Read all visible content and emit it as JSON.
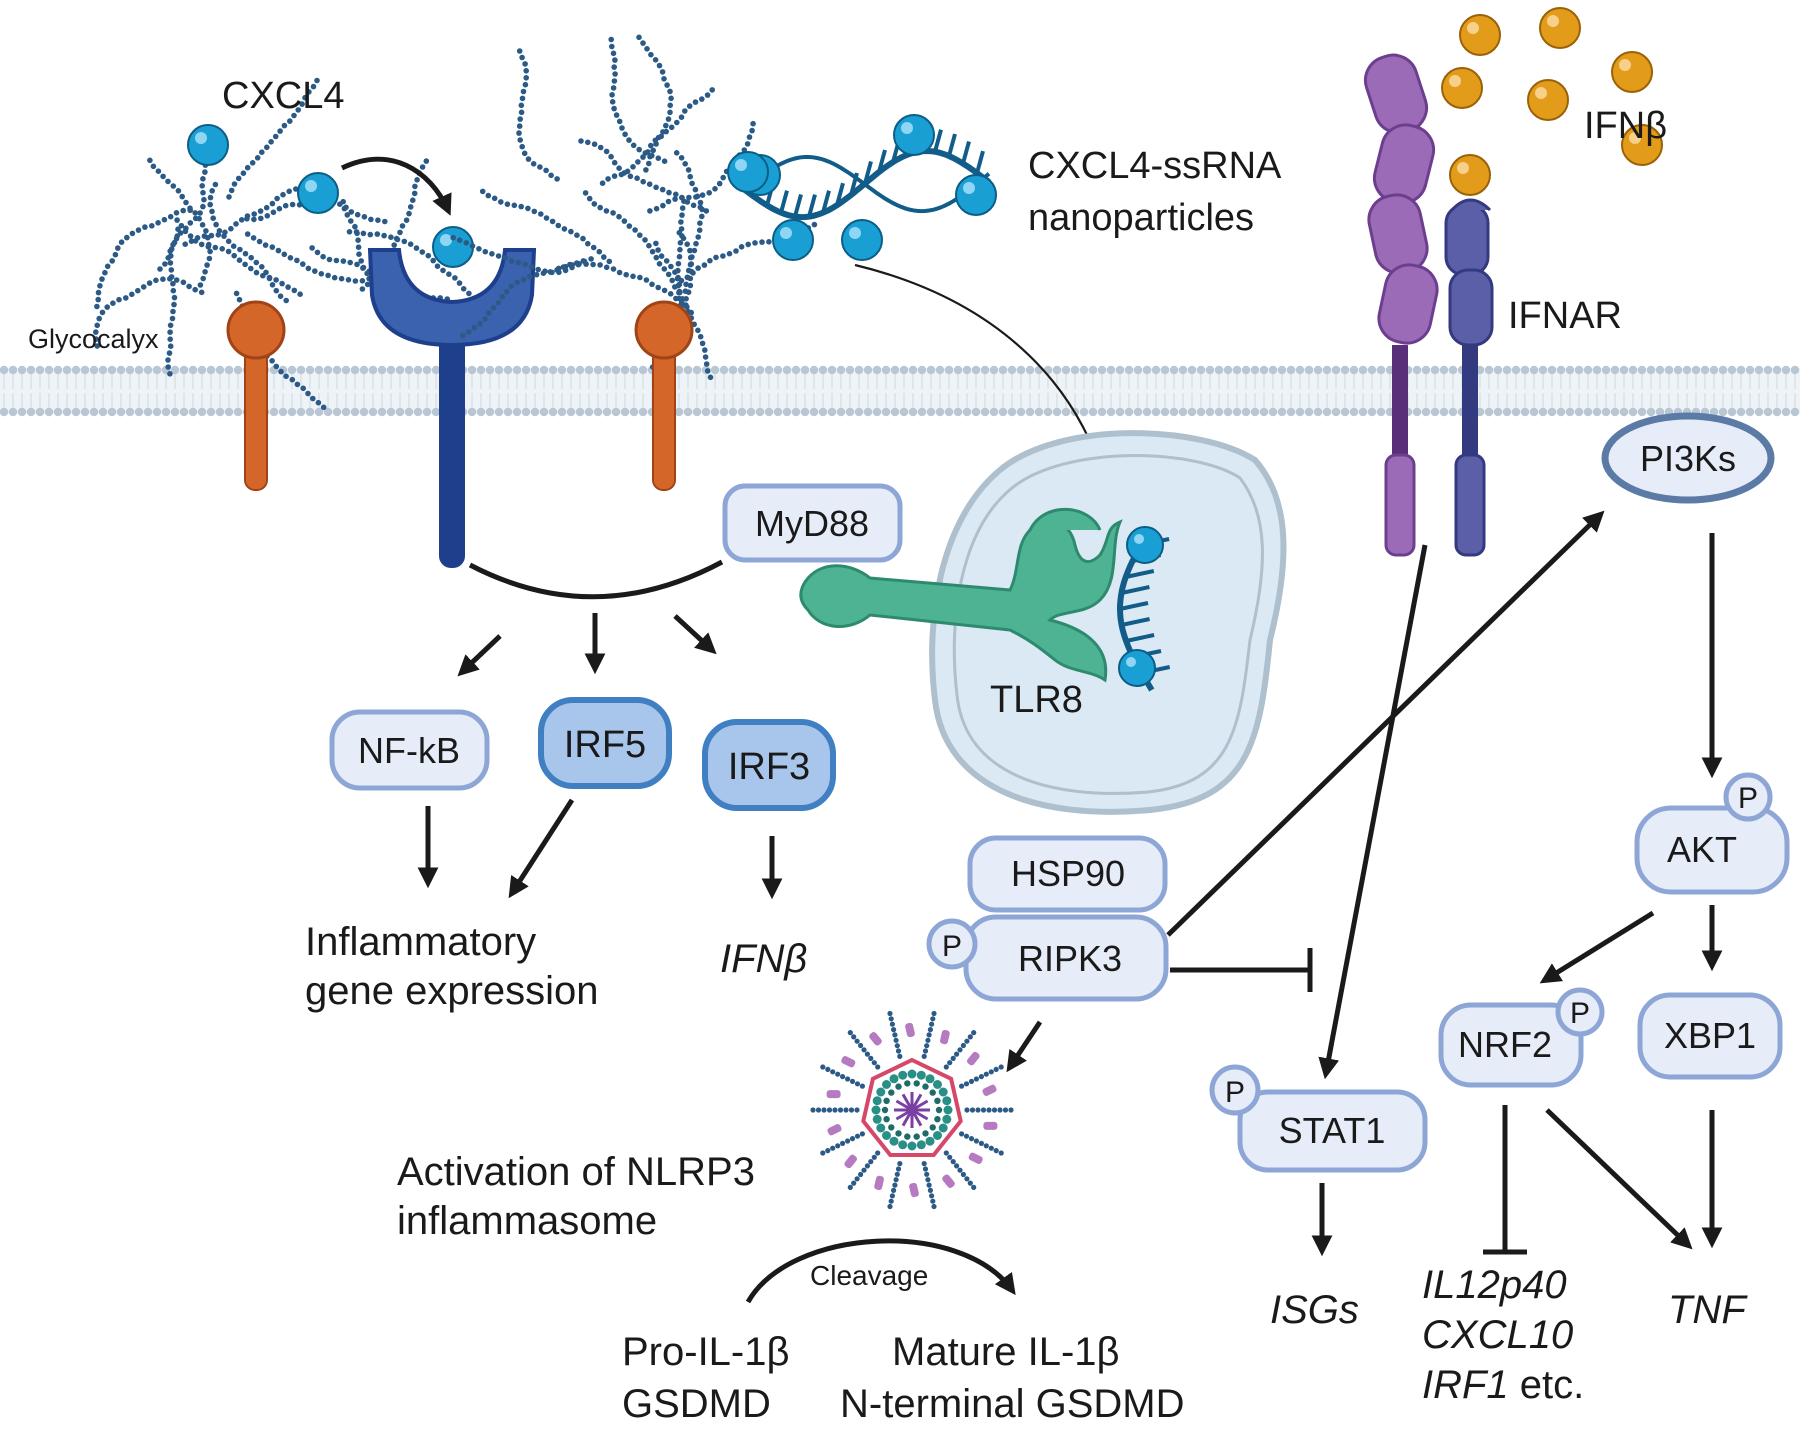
{
  "labels": {
    "cxcl4": "CXCL4",
    "nanoparticles_line1": "CXCL4-ssRNA",
    "nanoparticles_line2": "nanoparticles",
    "ifnb_ligand": "IFNβ",
    "ifnar": "IFNAR",
    "glycocalyx": "Glycocalyx",
    "tlr8": "TLR8",
    "cleavage": "Cleavage"
  },
  "nodes": {
    "myd88": "MyD88",
    "nfkb": "NF-kB",
    "irf5": "IRF5",
    "irf3": "IRF3",
    "pi3ks": "PI3Ks",
    "akt": "AKT",
    "hsp90": "HSP90",
    "ripk3": "RIPK3",
    "stat1": "STAT1",
    "nrf2": "NRF2",
    "xbp1": "XBP1",
    "phospho": "P"
  },
  "outcomes": {
    "inflammatory_line1": "Inflammatory",
    "inflammatory_line2": "gene expression",
    "ifnb_gene": "IFNβ",
    "nlrp3_line1": "Activation of NLRP3",
    "nlrp3_line2": "inflammasome",
    "pro_line1": "Pro-IL-1β",
    "pro_line2": "GSDMD",
    "mature_line1": "Mature IL-1β",
    "mature_line2": "N-terminal GSDMD",
    "isgs": "ISGs",
    "il12p40": "IL12p40",
    "cxcl10": "CXCL10",
    "irf1": "IRF1",
    "irf1_suffix": " etc.",
    "tnf": "TNF"
  },
  "colors": {
    "membrane": "#b8c7d3",
    "chemokine_ball": "#1a9fd4",
    "ifnb_ball": "#e39b1a",
    "glycan_receptor": "#d4662a",
    "cxcl4_receptor": "#1d3f8c",
    "ifnar_chain1": "#9c6bb8",
    "ifnar_chain2": "#5b5fa8",
    "tlr8": "#4db392",
    "rna": "#125c8a",
    "endosome": "#dbe9f4",
    "box_fill": "#e6ecf8",
    "box_border": "#8da6d6",
    "irf_fill": "#a8c6ec",
    "irf_border": "#3f7fc2"
  }
}
